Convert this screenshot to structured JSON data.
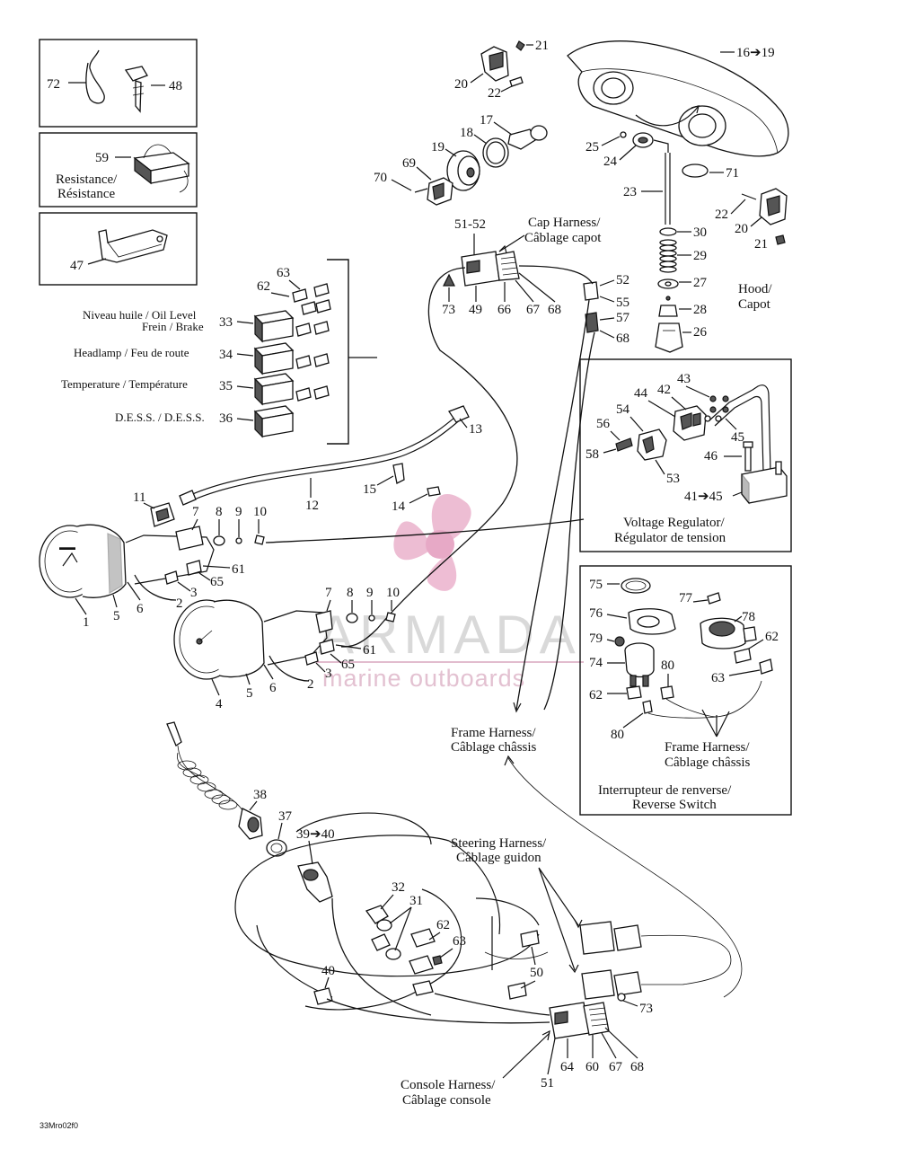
{
  "watermark": {
    "title": "ARMADA",
    "subtitle": "marine outboards",
    "logo_color": "#e8a7c5",
    "title_color": "#d9d9d9"
  },
  "callouts": {
    "c72": "72",
    "c48": "48",
    "c59": "59",
    "c47": "47",
    "c21a": "21",
    "c20a": "20",
    "c22a": "22",
    "c16_19": "16➔19",
    "c17": "17",
    "c18": "18",
    "c19": "19",
    "c69": "69",
    "c70": "70",
    "c25": "25",
    "c24": "24",
    "c71": "71",
    "c23": "23",
    "c22b": "22",
    "c20b": "20",
    "c21b": "21",
    "c30": "30",
    "c29": "29",
    "c27": "27",
    "c28": "28",
    "c26": "26",
    "c51_52": "51-52",
    "c73a": "73",
    "c49": "49",
    "c66": "66",
    "c67a": "67",
    "c68a": "68",
    "c52": "52",
    "c55": "55",
    "c57": "57",
    "c68b": "68",
    "c63a": "63",
    "c62a": "62",
    "c33": "33",
    "c34": "34",
    "c35": "35",
    "c36": "36",
    "c13": "13",
    "c12": "12",
    "c15": "15",
    "c14": "14",
    "c11": "11",
    "c7a": "7",
    "c8a": "8",
    "c9a": "9",
    "c10a": "10",
    "c61a": "61",
    "c65a": "65",
    "c3a": "3",
    "c2a": "2",
    "c1": "1",
    "c5a": "5",
    "c6a": "6",
    "c7b": "7",
    "c8b": "8",
    "c9b": "9",
    "c10b": "10",
    "c61b": "61",
    "c65b": "65",
    "c3b": "3",
    "c2b": "2",
    "c4": "4",
    "c5b": "5",
    "c6b": "6",
    "c43": "43",
    "c44": "44",
    "c42": "42",
    "c56": "56",
    "c54": "54",
    "c45": "45",
    "c58": "58",
    "c46": "46",
    "c53": "53",
    "c41_45": "41➔45",
    "c75": "75",
    "c77": "77",
    "c76": "76",
    "c78": "78",
    "c79": "79",
    "c62b": "62",
    "c74": "74",
    "c80a": "80",
    "c63b": "63",
    "c62c": "62",
    "c80b": "80",
    "c38": "38",
    "c37": "37",
    "c39_40": "39➔40",
    "c32": "32",
    "c31": "31",
    "c62d": "62",
    "c63c": "63",
    "c50": "50",
    "c40": "40",
    "c73b": "73",
    "c51": "51",
    "c64": "64",
    "c60": "60",
    "c67b": "67",
    "c68c": "68"
  },
  "captions": {
    "resistance_en": "Resistance/",
    "resistance_fr": "Résistance",
    "cap_harness_en": "Cap Harness/",
    "cap_harness_fr": "Câblage capot",
    "hood_en": "Hood/",
    "hood_fr": "Capot",
    "oil_level_1": "Niveau huile / Oil Level",
    "oil_level_2": "Frein / Brake",
    "headlamp": "Headlamp / Feu de route",
    "temperature": "Temperature / Température",
    "dess": "D.E.S.S. / D.E.S.S.",
    "voltage_reg_en": "Voltage Regulator/",
    "voltage_reg_fr": "Régulator de tension",
    "frame_harness_en": "Frame Harness/",
    "frame_harness_fr": "Câblage châssis",
    "frame_harness2_en": "Frame Harness/",
    "frame_harness2_fr": "Câblage châssis",
    "reverse_fr": "Interrupteur de renverse/",
    "reverse_en": "Reverse Switch",
    "steering_en": "Steering Harness/",
    "steering_fr": "Câblage guidon",
    "console_en": "Console Harness/",
    "console_fr": "Câblage console",
    "drawing_code": "33Mro02f0"
  }
}
